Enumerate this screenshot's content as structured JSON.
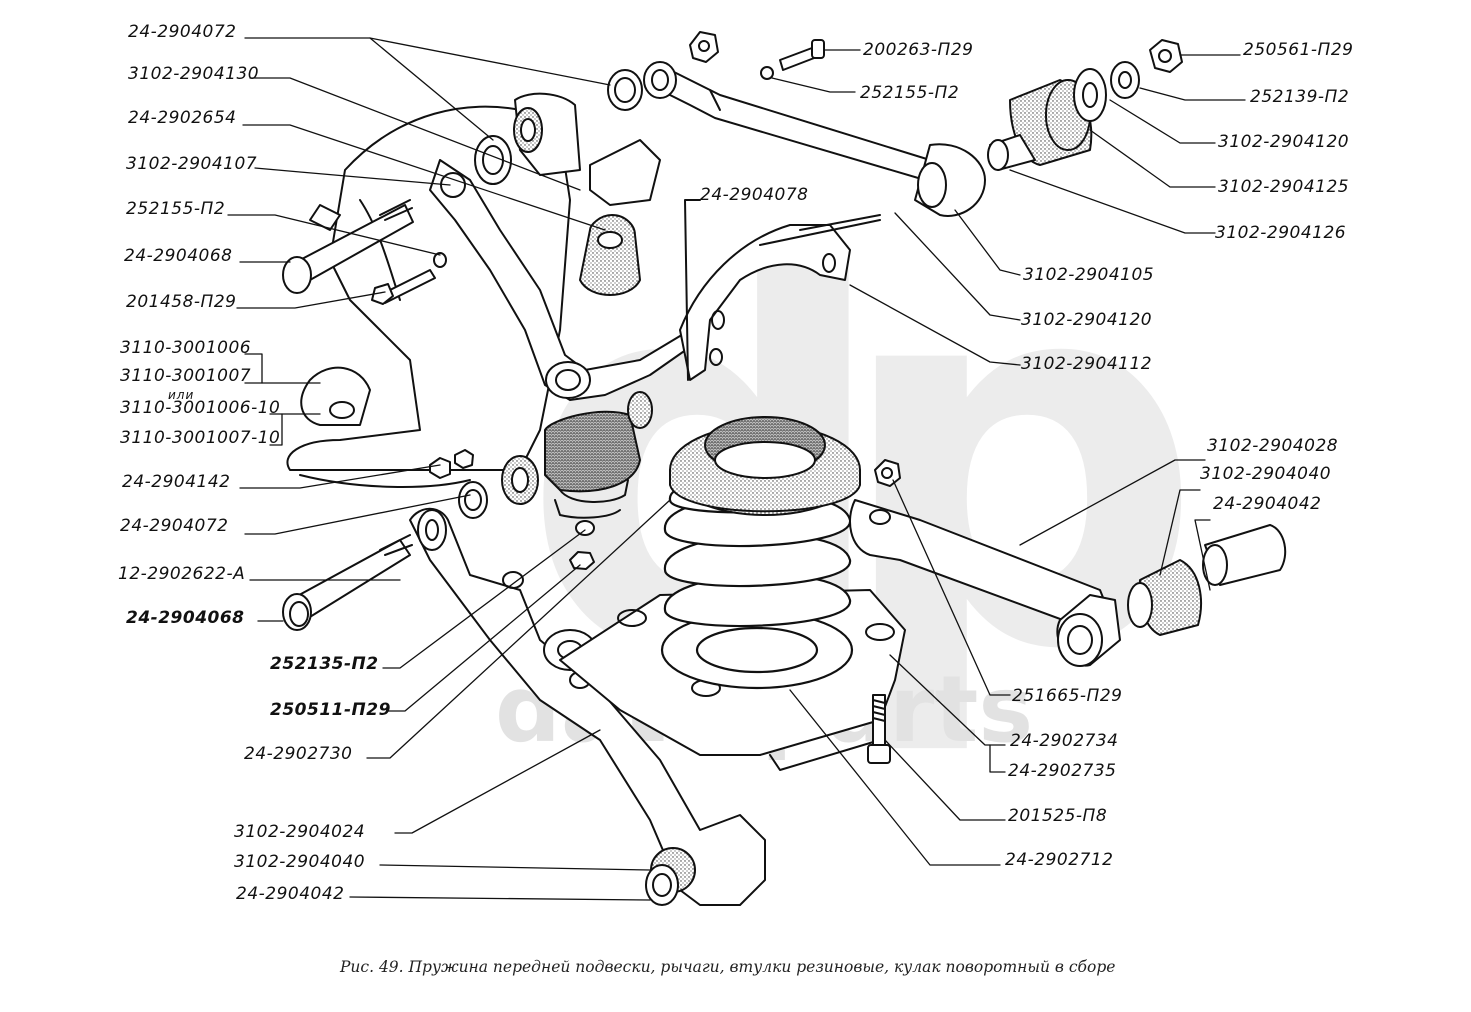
{
  "watermark": {
    "text": "data parts",
    "logo": "dp"
  },
  "caption": "Рис. 49. Пружина передней подвески, рычаги, втулки резиновые, кулак поворотный в сборе",
  "labels": {
    "l01": "24-2904072",
    "l02": "3102-2904130",
    "l03": "24-2902654",
    "l04": "3102-2904107",
    "l05": "252155-П2",
    "l06": "24-2904068",
    "l07": "201458-П29",
    "l08": "3110-3001006",
    "l09": "3110-3001007",
    "l09_or": "или",
    "l10": "3110-3001006-10",
    "l11": "3110-3001007-10",
    "l12": "24-2904142",
    "l13": "24-2904072",
    "l14": "12-2902622-А",
    "l15": "24-2904068",
    "l16": "252135-П2",
    "l17": "250511-П29",
    "l18": "24-2902730",
    "l19": "3102-2904024",
    "l20": "3102-2904040",
    "l21": "24-2904042",
    "r01": "200263-П29",
    "r02": "252155-П2",
    "r03": "250561-П29",
    "r04": "252139-П2",
    "r05": "3102-2904120",
    "r06": "3102-2904125",
    "r07": "3102-2904126",
    "r08": "24-2904078",
    "r09": "3102-2904105",
    "r10": "3102-2904120",
    "r11": "3102-2904112",
    "r12": "3102-2904028",
    "r13": "3102-2904040",
    "r14": "24-2904042",
    "r15": "251665-П29",
    "r16": "24-2902734",
    "r17": "24-2902735",
    "r18": "201525-П8",
    "r19": "24-2902712"
  }
}
